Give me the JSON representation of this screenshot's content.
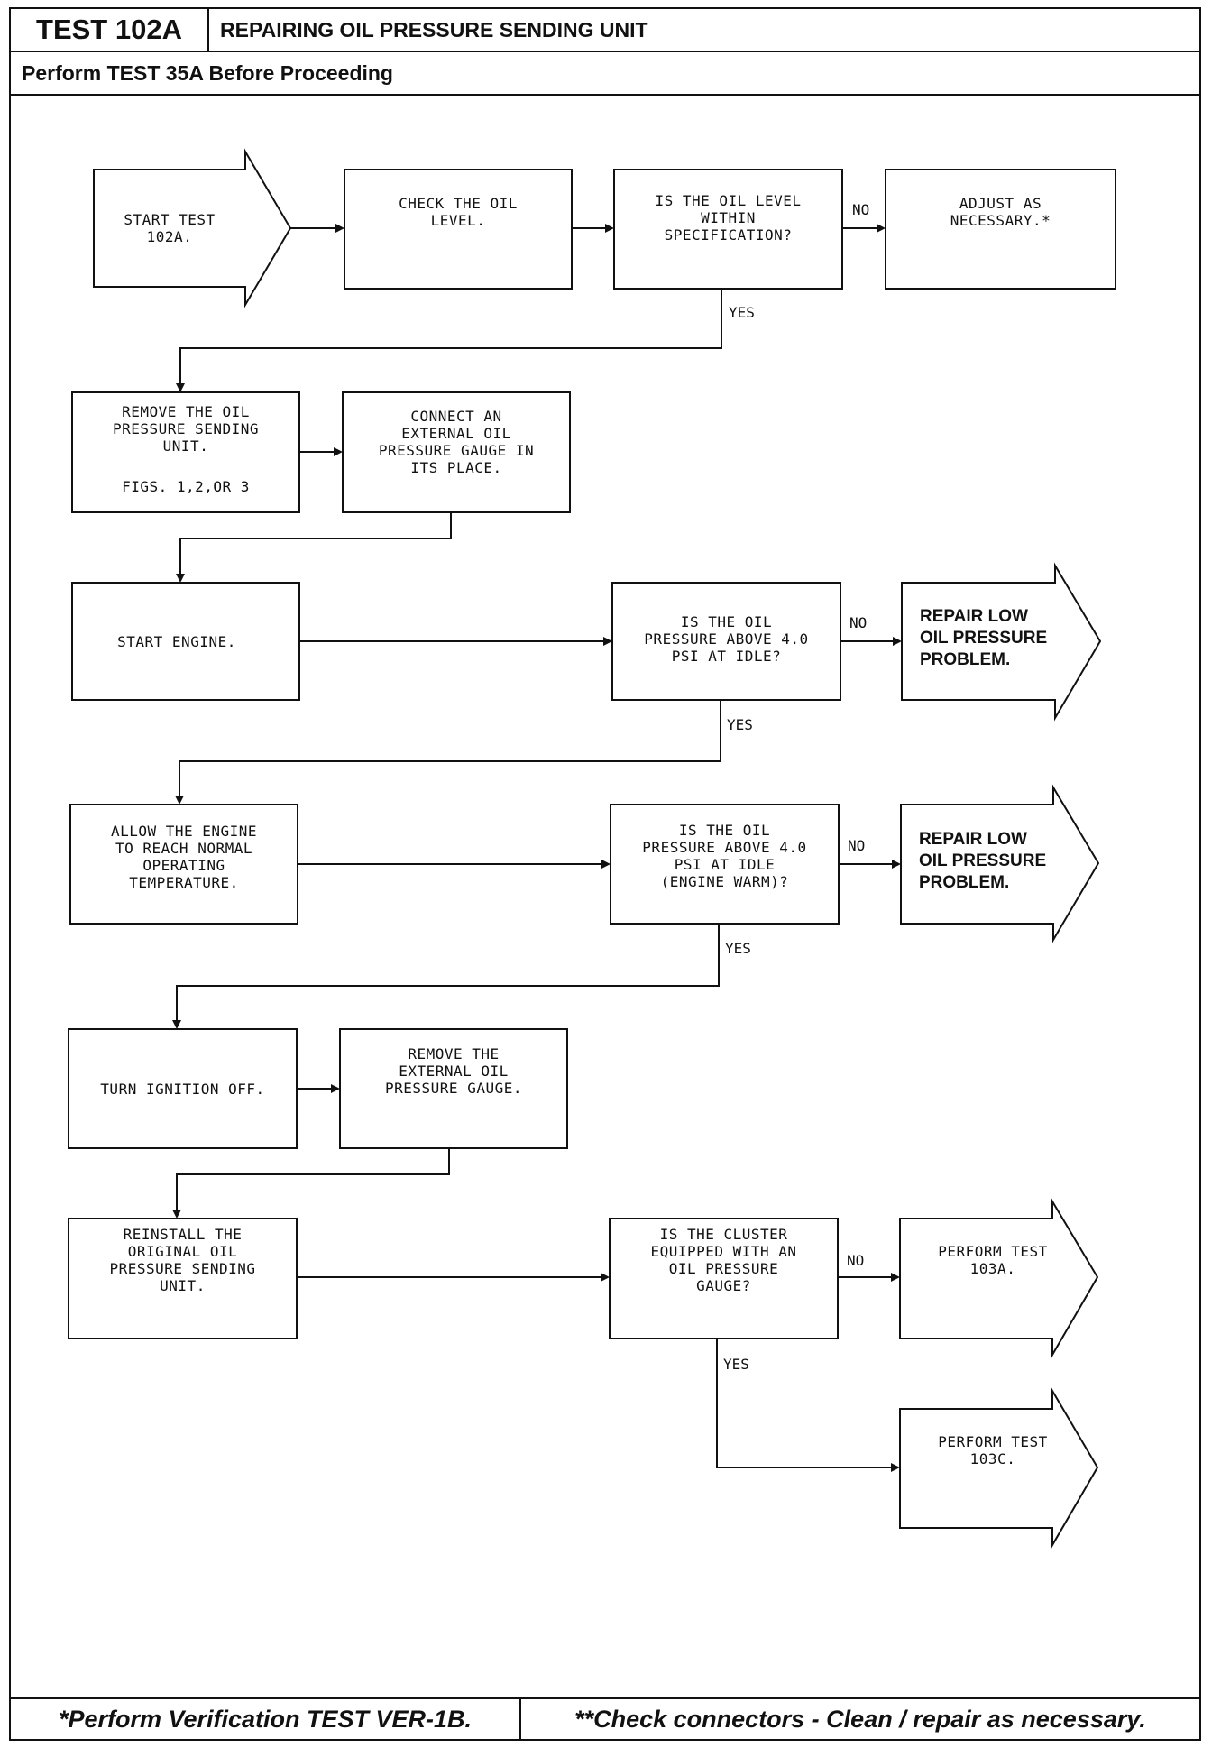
{
  "header": {
    "test_id": "TEST 102A",
    "title": "REPAIRING OIL PRESSURE SENDING UNIT",
    "prerequisite": "Perform TEST 35A Before Proceeding"
  },
  "footer": {
    "left_note": "*Perform Verification TEST VER-1B.",
    "right_note": "**Check connectors - Clean / repair as necessary."
  },
  "flow": {
    "start": "START TEST\n102A.",
    "check_oil": "CHECK THE OIL\nLEVEL.",
    "q_oil_level": "IS THE OIL LEVEL\nWITHIN\nSPECIFICATION?",
    "adjust": "ADJUST AS\nNECESSARY.*",
    "remove_sender": "REMOVE THE OIL\nPRESSURE SENDING\nUNIT.",
    "figs": "FIGS. 1,2,OR 3",
    "connect_gauge": "CONNECT AN\nEXTERNAL OIL\nPRESSURE GAUGE IN\nITS PLACE.",
    "start_engine": "START ENGINE.",
    "q_psi_idle": "IS THE OIL\nPRESSURE ABOVE 4.0\nPSI AT IDLE?",
    "repair_low_1": "REPAIR LOW\nOIL PRESSURE\nPROBLEM.",
    "warm_engine": "ALLOW THE ENGINE\nTO REACH NORMAL\nOPERATING\nTEMPERATURE.",
    "q_psi_warm": "IS THE OIL\nPRESSURE ABOVE 4.0\nPSI AT IDLE\n(ENGINE WARM)?",
    "repair_low_2": "REPAIR LOW\nOIL PRESSURE\nPROBLEM.",
    "ignition_off": "TURN IGNITION OFF.",
    "remove_gauge": "REMOVE THE\nEXTERNAL OIL\nPRESSURE GAUGE.",
    "reinstall": "REINSTALL THE\nORIGINAL OIL\nPRESSURE SENDING\nUNIT.",
    "q_cluster": "IS THE CLUSTER\nEQUIPPED WITH AN\nOIL PRESSURE\nGAUGE?",
    "perform_103a": "PERFORM TEST\n103A.",
    "perform_103c": "PERFORM TEST\n103C."
  },
  "labels": {
    "no": "NO",
    "yes": "YES"
  }
}
